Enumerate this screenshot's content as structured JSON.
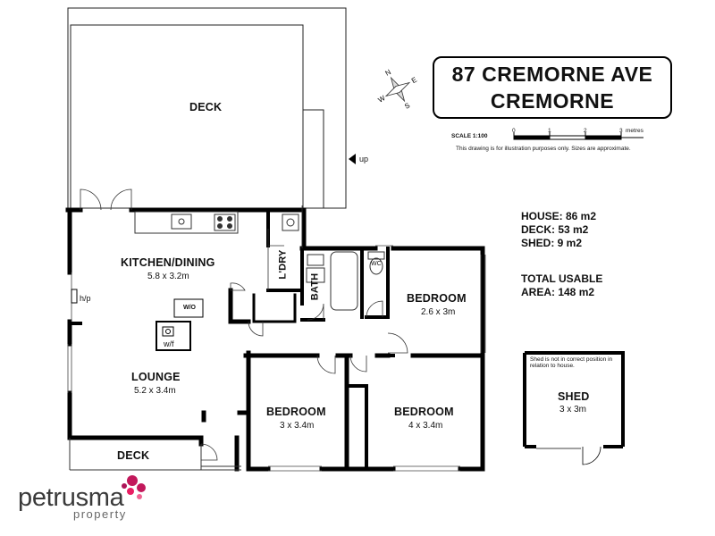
{
  "title": {
    "line1": "87 CREMORNE AVE",
    "line2": "CREMORNE"
  },
  "scale": {
    "label": "SCALE 1:100",
    "ticks": [
      "0",
      "1",
      "2",
      "3"
    ],
    "unit": "metres",
    "disclaimer": "This drawing is for illustration purposes only. Sizes are approximate."
  },
  "compass": {
    "letters": [
      "N",
      "W",
      "E",
      "S"
    ]
  },
  "areas": {
    "house": "HOUSE: 86 m2",
    "deck": "DECK: 53 m2",
    "shed": "SHED: 9 m2",
    "total_line1": "TOTAL USABLE",
    "total_line2": "AREA: 148 m2"
  },
  "rooms": {
    "deck_main": {
      "name": "DECK"
    },
    "up_label": "up",
    "kitchen": {
      "name": "KITCHEN/DINING",
      "size": "5.8 x 3.2m"
    },
    "laundry": {
      "name": "L'DRY"
    },
    "bath": {
      "name": "BATH"
    },
    "wc": {
      "name": "WC"
    },
    "hp": "h/p",
    "wo": "W/O",
    "wf": "w/f",
    "lounge": {
      "name": "LOUNGE",
      "size": "5.2 x 3.4m"
    },
    "bedroom1": {
      "name": "BEDROOM",
      "size": "2.6 x 3m"
    },
    "bedroom2": {
      "name": "BEDROOM",
      "size": "3 x 3.4m"
    },
    "bedroom3": {
      "name": "BEDROOM",
      "size": "4 x 3.4m"
    },
    "deck_small": {
      "name": "DECK"
    }
  },
  "shed": {
    "name": "SHED",
    "size": "3 x 3m",
    "note_line1": "Shed is not in correct position in",
    "note_line2": "relation to house."
  },
  "logo": {
    "word": "petrusma",
    "sub": "property",
    "brand_color": "#c2185b"
  }
}
